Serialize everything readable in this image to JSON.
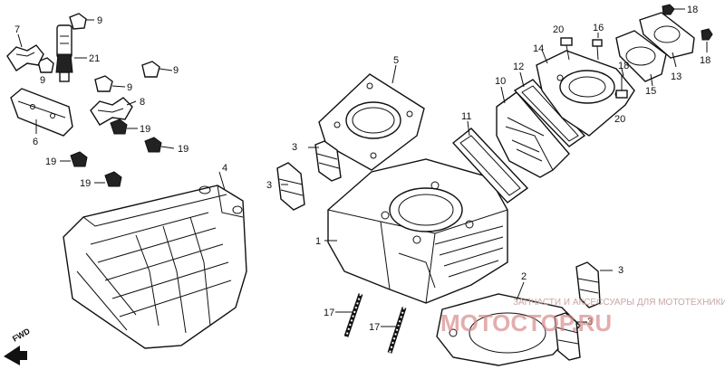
{
  "labels": {
    "l1": "1",
    "l2": "2",
    "l3a": "3",
    "l3b": "3",
    "l3c": "3",
    "l3d": "3",
    "l4": "4",
    "l5": "5",
    "l6": "6",
    "l7": "7",
    "l8": "8",
    "l9a": "9",
    "l9b": "9",
    "l9c": "9",
    "l9d": "9",
    "l10": "10",
    "l11": "11",
    "l12": "12",
    "l13": "13",
    "l14": "14",
    "l15": "15",
    "l16": "16",
    "l17a": "17",
    "l17b": "17",
    "l18a": "18",
    "l18b": "18",
    "l18c": "18",
    "l19a": "19",
    "l19b": "19",
    "l19c": "19",
    "l19d": "19",
    "l20a": "20",
    "l20b": "20",
    "l21": "21"
  },
  "fwd": "FWD",
  "watermark": {
    "tagline": "ЗАПЧАСТИ И АКСЕССУАРЫ ДЛЯ МОТОТЕХНИКИ",
    "site": "МОТОСТОР.RU"
  }
}
